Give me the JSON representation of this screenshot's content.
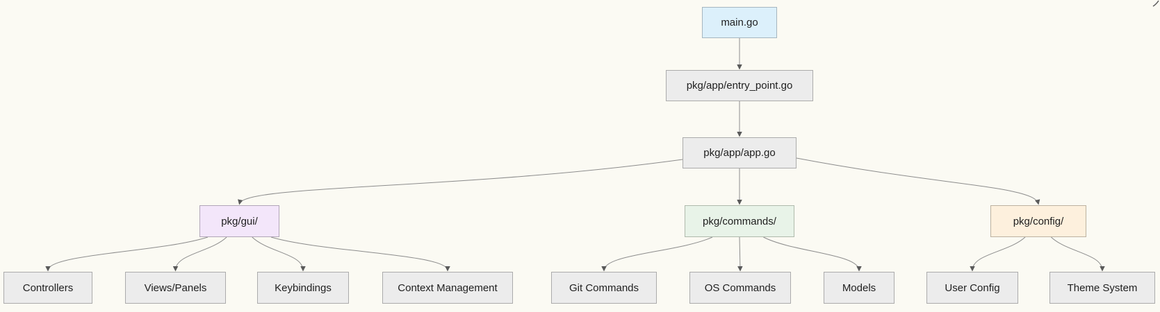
{
  "diagram": {
    "background_color": "#fbfaf3",
    "edge_color": "#8c8c8c",
    "arrowhead_color": "#5a5a5a",
    "text_color": "#1f1f1f",
    "nodes": {
      "main_go": {
        "label": "main.go",
        "fill": "#dcf0fb",
        "border": "#a5b6c0"
      },
      "entry_point": {
        "label": "pkg/app/entry_point.go",
        "fill": "#ececec",
        "border": "#ababab"
      },
      "app_go": {
        "label": "pkg/app/app.go",
        "fill": "#ececec",
        "border": "#ababab"
      },
      "gui": {
        "label": "pkg/gui/",
        "fill": "#f3e6fa",
        "border": "#b1a6b8"
      },
      "commands": {
        "label": "pkg/commands/",
        "fill": "#e8f3e8",
        "border": "#afbaac"
      },
      "config": {
        "label": "pkg/config/",
        "fill": "#fdf0dd",
        "border": "#bcb2a0"
      },
      "controllers": {
        "label": "Controllers",
        "fill": "#ececec",
        "border": "#ababab"
      },
      "views_panels": {
        "label": "Views/Panels",
        "fill": "#ececec",
        "border": "#ababab"
      },
      "keybindings": {
        "label": "Keybindings",
        "fill": "#ececec",
        "border": "#ababab"
      },
      "context_management": {
        "label": "Context Management",
        "fill": "#ececec",
        "border": "#ababab"
      },
      "git_commands": {
        "label": "Git Commands",
        "fill": "#ececec",
        "border": "#ababab"
      },
      "os_commands": {
        "label": "OS Commands",
        "fill": "#ececec",
        "border": "#ababab"
      },
      "models": {
        "label": "Models",
        "fill": "#ececec",
        "border": "#ababab"
      },
      "user_config": {
        "label": "User Config",
        "fill": "#ececec",
        "border": "#ababab"
      },
      "theme_system": {
        "label": "Theme System",
        "fill": "#ececec",
        "border": "#ababab"
      }
    },
    "edges": [
      {
        "from": "main_go",
        "to": "entry_point"
      },
      {
        "from": "entry_point",
        "to": "app_go"
      },
      {
        "from": "app_go",
        "to": "gui"
      },
      {
        "from": "app_go",
        "to": "commands"
      },
      {
        "from": "app_go",
        "to": "config"
      },
      {
        "from": "gui",
        "to": "controllers"
      },
      {
        "from": "gui",
        "to": "views_panels"
      },
      {
        "from": "gui",
        "to": "keybindings"
      },
      {
        "from": "gui",
        "to": "context_management"
      },
      {
        "from": "commands",
        "to": "git_commands"
      },
      {
        "from": "commands",
        "to": "os_commands"
      },
      {
        "from": "commands",
        "to": "models"
      },
      {
        "from": "config",
        "to": "user_config"
      },
      {
        "from": "config",
        "to": "theme_system"
      }
    ]
  }
}
